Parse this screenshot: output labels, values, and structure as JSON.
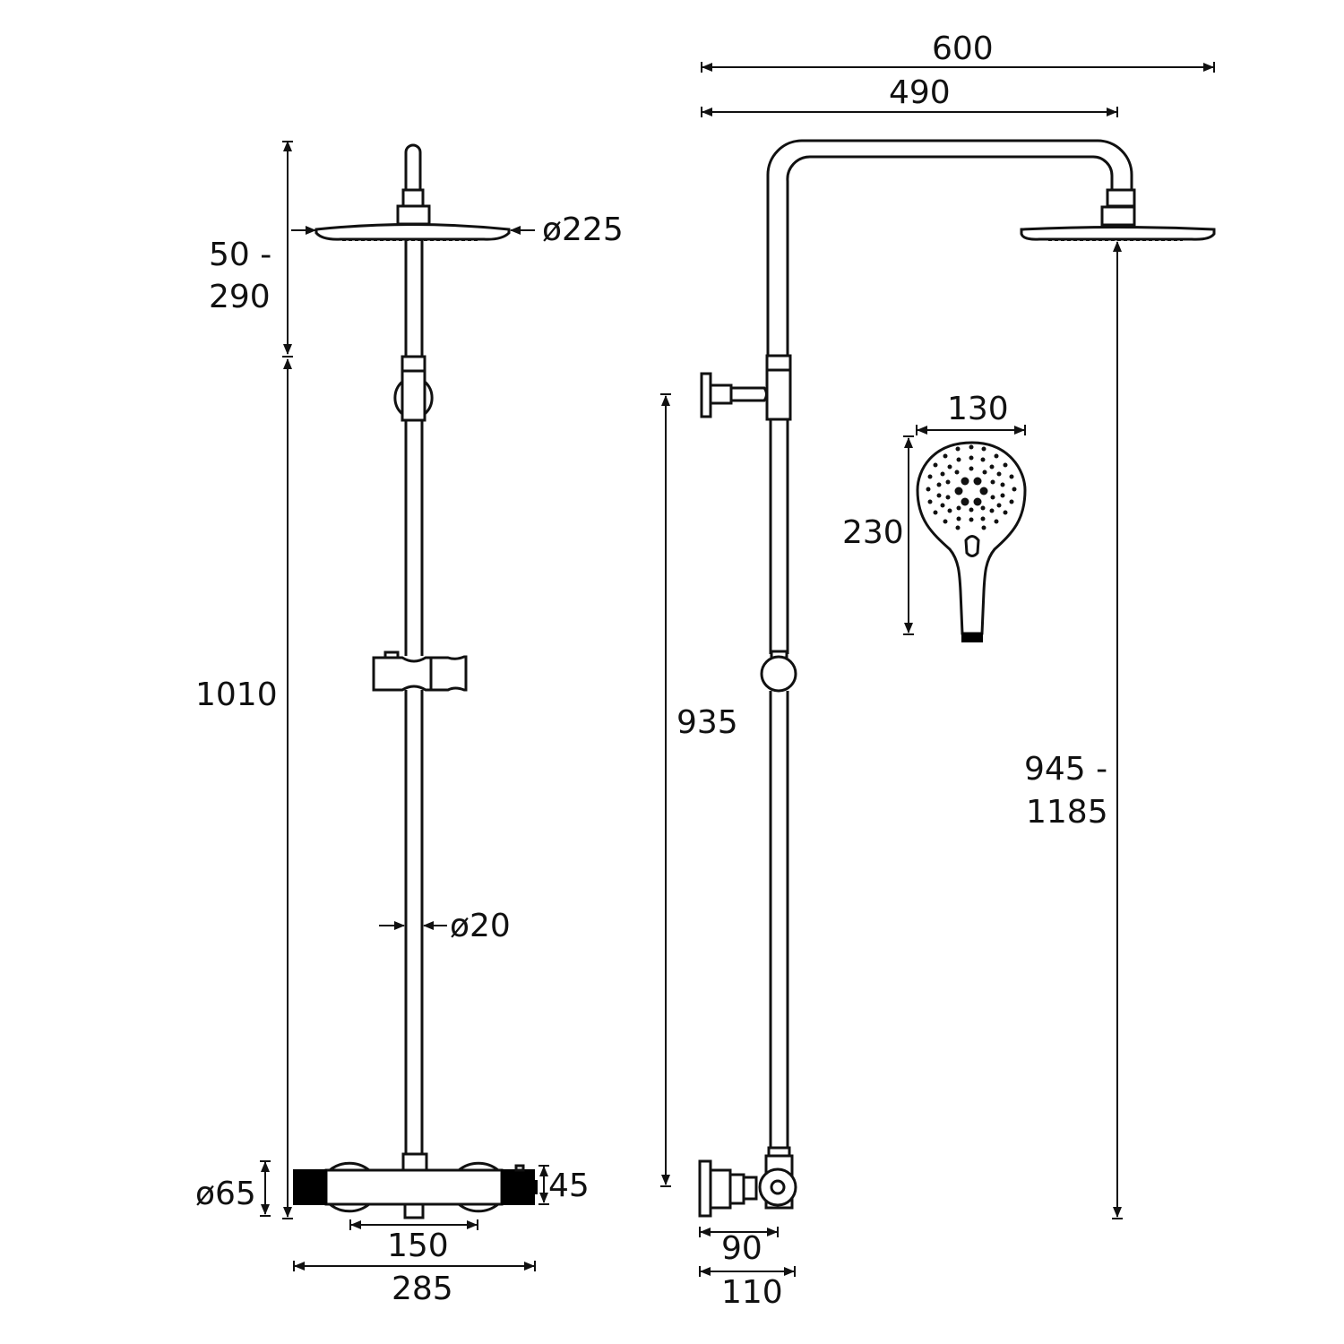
{
  "drawing": {
    "title": "Thermostatic shower system dimension drawing",
    "units": "mm",
    "stroke_color": "#111111",
    "background": "#ffffff"
  },
  "front_view": {
    "dimensions": {
      "head_diameter": "ø225",
      "arm_adjust_top": "50 -",
      "arm_adjust_bottom": "290",
      "riser_height": "1010",
      "rail_diameter": "ø20",
      "valve_diameter": "ø65",
      "valve_height": "45",
      "inlet_centres": "150",
      "valve_width": "285"
    }
  },
  "side_view": {
    "dimensions": {
      "overall_reach": "600",
      "arm_reach": "490",
      "bracket_height": "935",
      "head_height_top": "945 -",
      "head_height_bottom": "1185",
      "wall_projection_inner": "90",
      "wall_projection_outer": "110"
    }
  },
  "handset": {
    "dimensions": {
      "width": "130",
      "length": "230"
    }
  }
}
